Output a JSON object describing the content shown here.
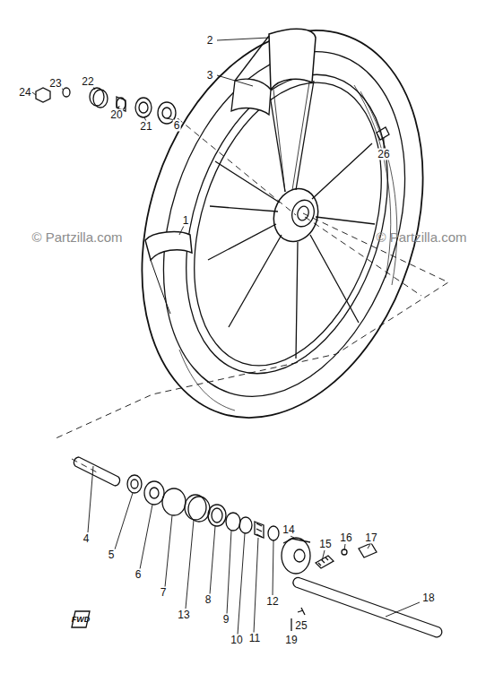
{
  "diagram": {
    "labels": [
      "2",
      "3",
      "24",
      "23",
      "22",
      "20",
      "21",
      "6",
      "26",
      "1",
      "© Partzilla.com",
      "© Partzilla.com",
      "4",
      "5",
      "6",
      "7",
      "13",
      "8",
      "9",
      "10",
      "11",
      "12",
      "14",
      "15",
      "16",
      "17",
      "18",
      "25",
      "19",
      "FWD"
    ]
  }
}
